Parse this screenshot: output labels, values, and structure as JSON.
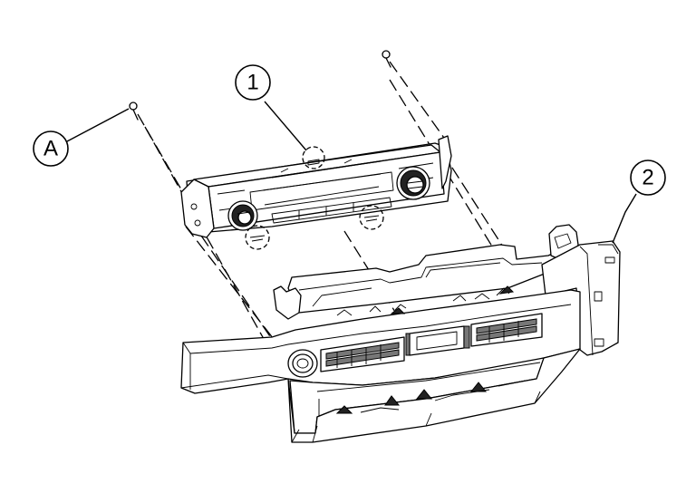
{
  "callouts": {
    "part_1": "1",
    "part_2": "2",
    "fastener_a": "A"
  }
}
